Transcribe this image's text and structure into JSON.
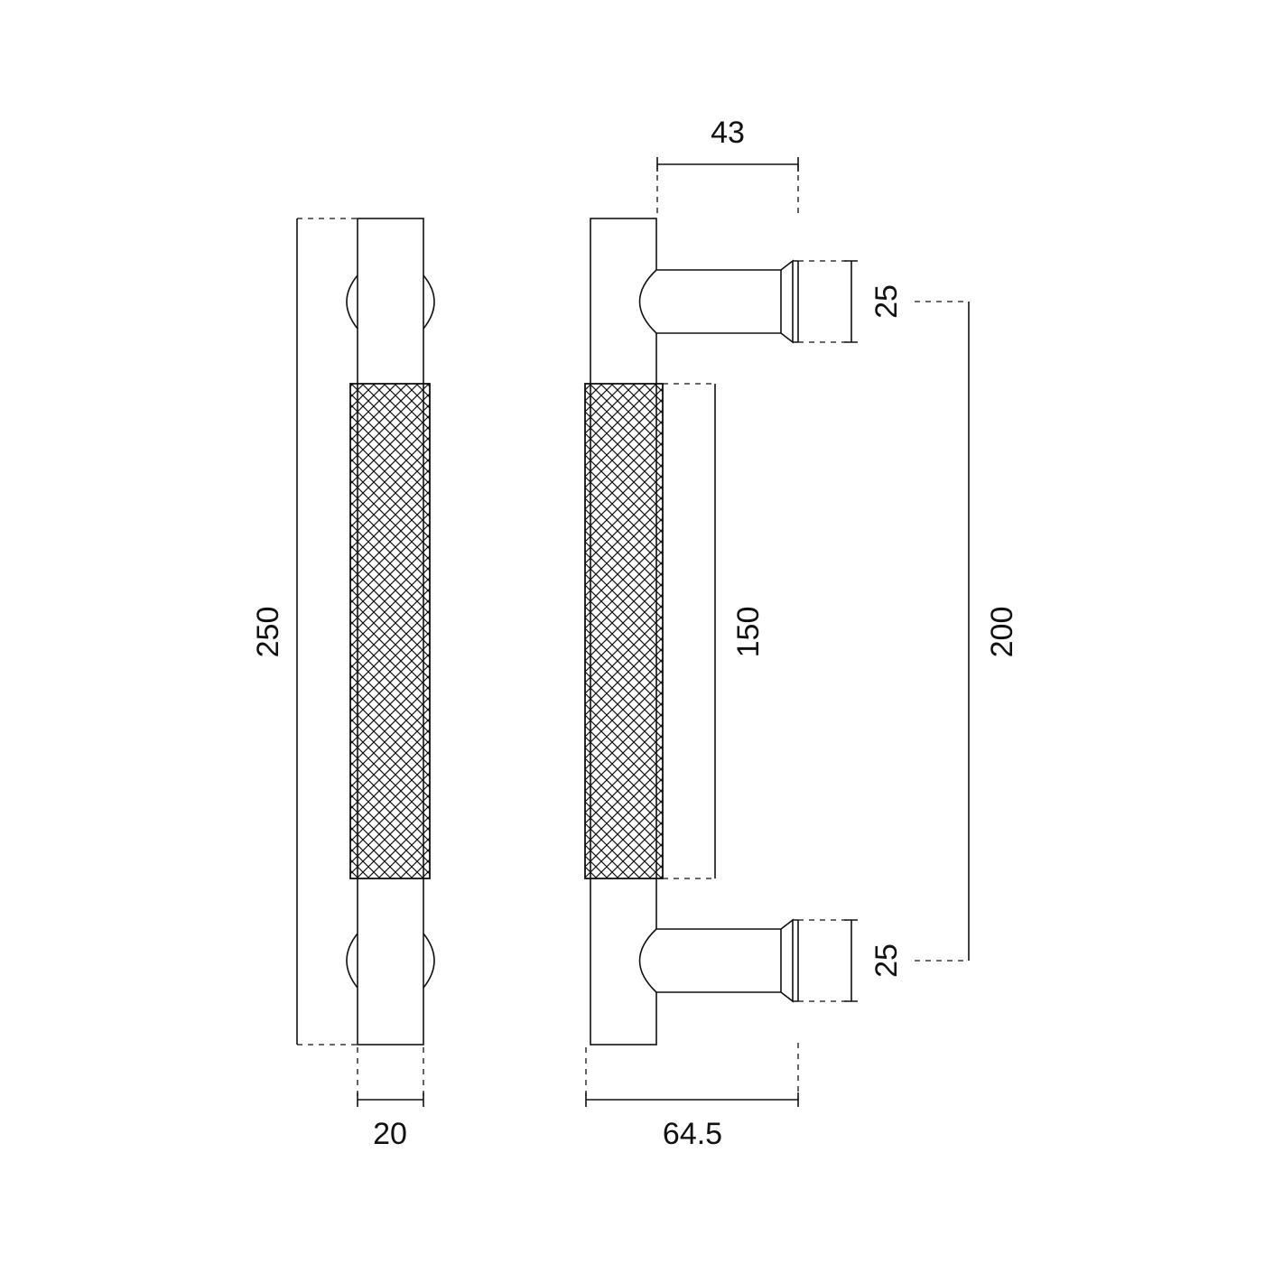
{
  "dimensions": {
    "overall_length": "250",
    "bar_diameter": "20",
    "projection_depth": "64.5",
    "post_length": "43",
    "knurl_length": "150",
    "post_diameter_top": "25",
    "post_diameter_bottom": "25",
    "center_to_center": "200"
  },
  "colors": {
    "line": "#111111",
    "background": "#ffffff"
  }
}
